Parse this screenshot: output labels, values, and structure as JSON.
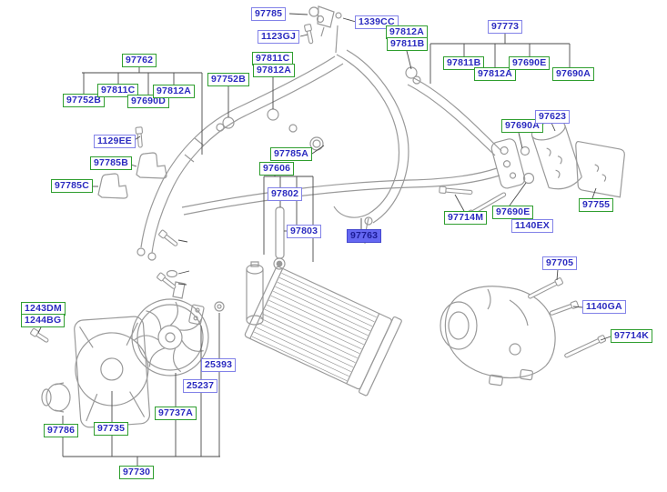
{
  "diagram": {
    "highlighted_part": "97763"
  },
  "colors": {
    "label_text": "#2b2bc0",
    "green_border": "#2f9e2f",
    "blue_border": "#8282e8",
    "highlight_fill": "#6467f2",
    "highlight_border": "#4447cf",
    "artwork_line": "#9a9a9a",
    "leader_line": "#4a4a4a"
  },
  "labels": [
    {
      "text": "97785",
      "style": "blue"
    },
    {
      "text": "1123GJ",
      "style": "blue"
    },
    {
      "text": "1339CC",
      "style": "blue"
    },
    {
      "text": "97812A",
      "style": "green"
    },
    {
      "text": "97811B",
      "style": "green"
    },
    {
      "text": "97773",
      "style": "blue"
    },
    {
      "text": "97811B",
      "style": "green"
    },
    {
      "text": "97812A",
      "style": "green"
    },
    {
      "text": "97690E",
      "style": "green"
    },
    {
      "text": "97690A",
      "style": "green"
    },
    {
      "text": "97762",
      "style": "green"
    },
    {
      "text": "97752B",
      "style": "green"
    },
    {
      "text": "97811C",
      "style": "green"
    },
    {
      "text": "97690D",
      "style": "green"
    },
    {
      "text": "97812A",
      "style": "green"
    },
    {
      "text": "97752B",
      "style": "green"
    },
    {
      "text": "97811C",
      "style": "green"
    },
    {
      "text": "97812A",
      "style": "green"
    },
    {
      "text": "1129EE",
      "style": "blue"
    },
    {
      "text": "97785B",
      "style": "green"
    },
    {
      "text": "97785C",
      "style": "green"
    },
    {
      "text": "97785A",
      "style": "green"
    },
    {
      "text": "97606",
      "style": "green"
    },
    {
      "text": "97802",
      "style": "blue"
    },
    {
      "text": "97803",
      "style": "blue"
    },
    {
      "text": "97763",
      "style": "highlight"
    },
    {
      "text": "97690A",
      "style": "green"
    },
    {
      "text": "97623",
      "style": "blue"
    },
    {
      "text": "97714M",
      "style": "green"
    },
    {
      "text": "97690E",
      "style": "green"
    },
    {
      "text": "1140EX",
      "style": "blue"
    },
    {
      "text": "97755",
      "style": "green"
    },
    {
      "text": "97705",
      "style": "blue"
    },
    {
      "text": "1140GA",
      "style": "blue"
    },
    {
      "text": "97714K",
      "style": "green"
    },
    {
      "text": "1243DM",
      "style": "green"
    },
    {
      "text": "1244BG",
      "style": "green"
    },
    {
      "text": "25393",
      "style": "blue"
    },
    {
      "text": "25237",
      "style": "blue"
    },
    {
      "text": "97737A",
      "style": "green"
    },
    {
      "text": "97735",
      "style": "green"
    },
    {
      "text": "97786",
      "style": "green"
    },
    {
      "text": "97730",
      "style": "green"
    }
  ]
}
